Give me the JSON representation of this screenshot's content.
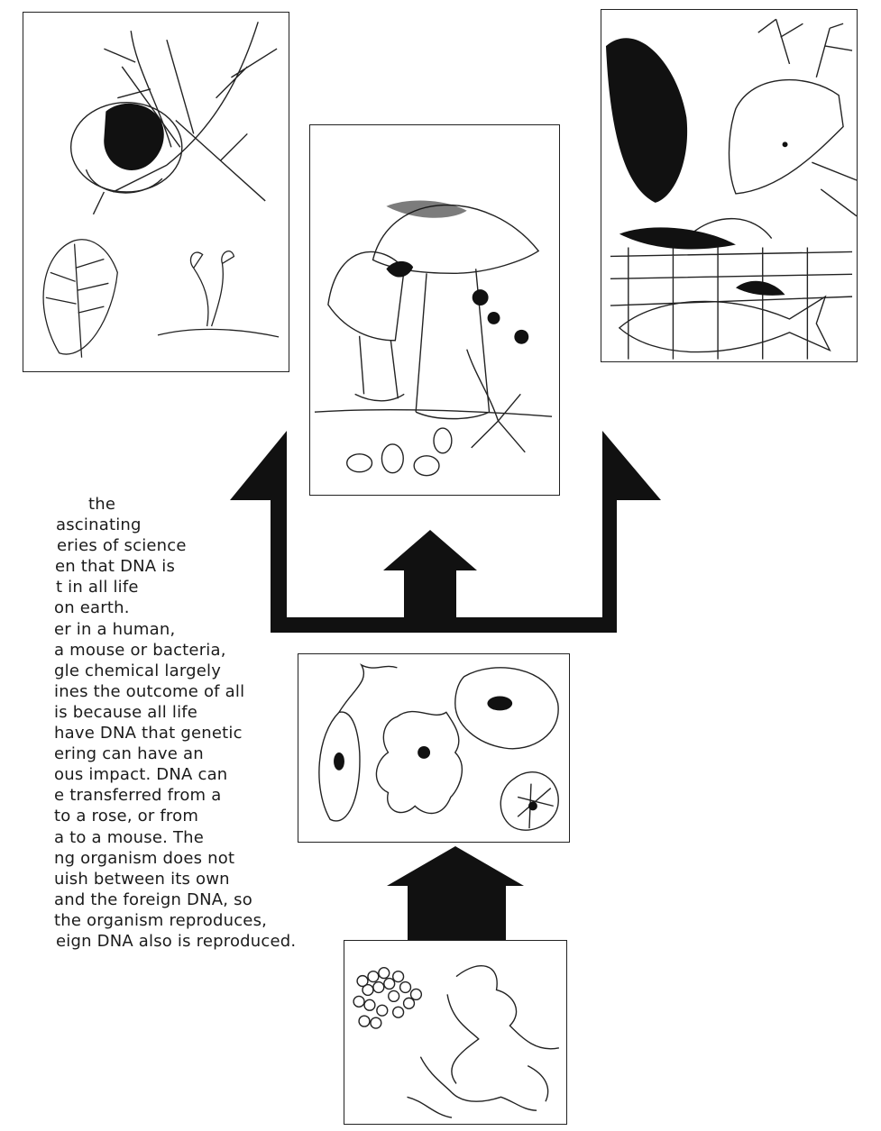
{
  "panels": {
    "plants": "plants-illustration",
    "fungi": "fungi-illustration",
    "animals": "animals-illustration",
    "protists": "protists-illustration",
    "bacteria": "bacteria-illustration"
  },
  "text_lines": [
    {
      "indent": 98,
      "text": "the"
    },
    {
      "indent": 62,
      "text": "ascinating"
    },
    {
      "indent": 63,
      "text": "eries of science"
    },
    {
      "indent": 61,
      "text": "en that DNA is"
    },
    {
      "indent": 62,
      "text": "t in all life"
    },
    {
      "indent": 60,
      "text": "on earth."
    },
    {
      "indent": 60,
      "text": "er in a human,"
    },
    {
      "indent": 60,
      "text": "a mouse or bacteria,"
    },
    {
      "indent": 60,
      "text": "gle chemical largely"
    },
    {
      "indent": 60,
      "text": "ines the outcome of all"
    },
    {
      "indent": 60,
      "text": "is because all life"
    },
    {
      "indent": 60,
      "text": "have DNA that genetic"
    },
    {
      "indent": 60,
      "text": "ering can have an"
    },
    {
      "indent": 60,
      "text": "ous impact.  DNA can"
    },
    {
      "indent": 60,
      "text": "e transferred from a"
    },
    {
      "indent": 60,
      "text": "to a rose, or from"
    },
    {
      "indent": 60,
      "text": "a to a mouse.  The"
    },
    {
      "indent": 60,
      "text": "ng organism does not"
    },
    {
      "indent": 60,
      "text": "uish between its own"
    },
    {
      "indent": 60,
      "text": "and the foreign DNA, so"
    },
    {
      "indent": 60,
      "text": "the organism reproduces,"
    },
    {
      "indent": 62,
      "text": "eign DNA also is reproduced."
    }
  ]
}
